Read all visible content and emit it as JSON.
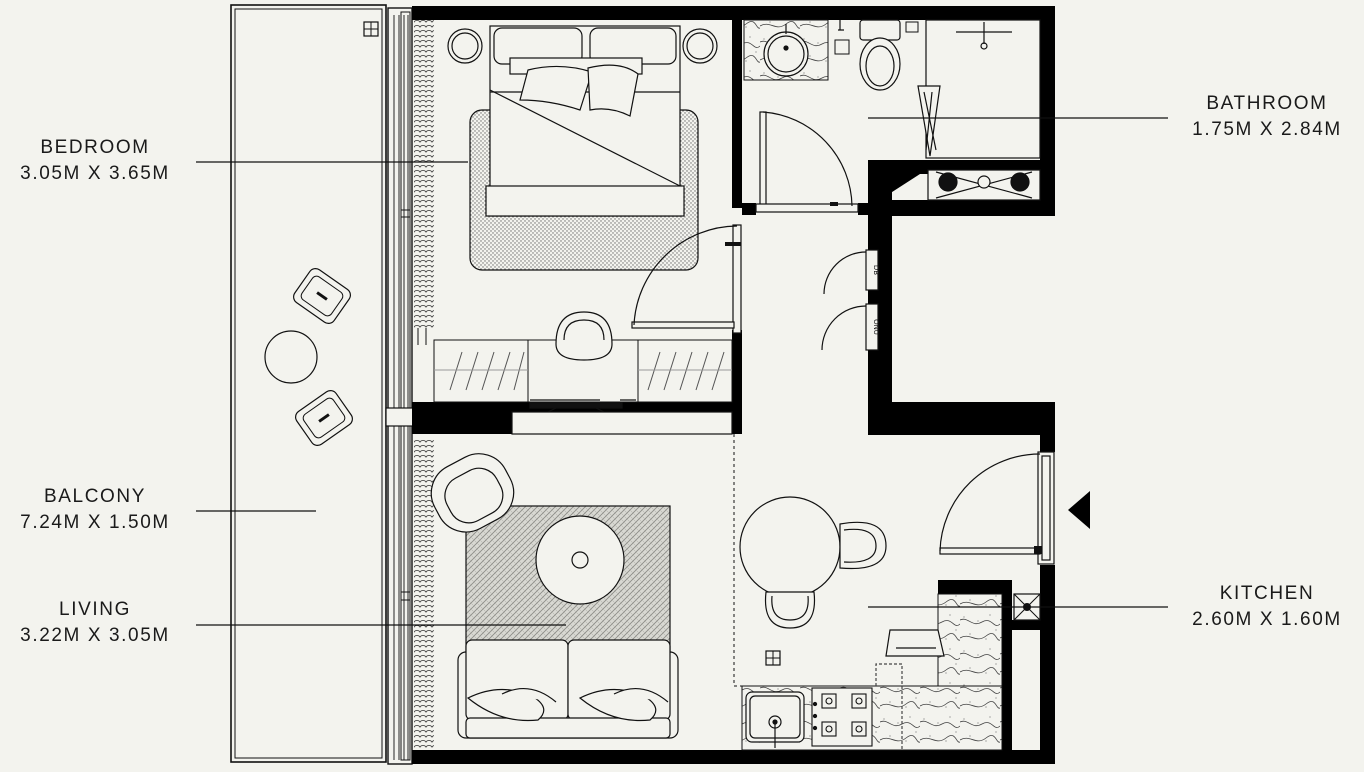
{
  "rooms": {
    "bedroom": {
      "name": "BEDROOM",
      "dims": "3.05M X 3.65M"
    },
    "balcony": {
      "name": "BALCONY",
      "dims": "7.24M X 1.50M"
    },
    "living": {
      "name": "LIVING",
      "dims": "3.22M X 3.05M"
    },
    "bathroom": {
      "name": "BATHROOM",
      "dims": "1.75M X 2.84M"
    },
    "kitchen": {
      "name": "KITCHEN",
      "dims": "2.60M X 1.60M"
    }
  },
  "cupboard_tags": {
    "db": "DB",
    "onu": "ONU"
  },
  "colors": {
    "background": "#f3f3ee",
    "wall": "#000000",
    "line": "#111111"
  }
}
